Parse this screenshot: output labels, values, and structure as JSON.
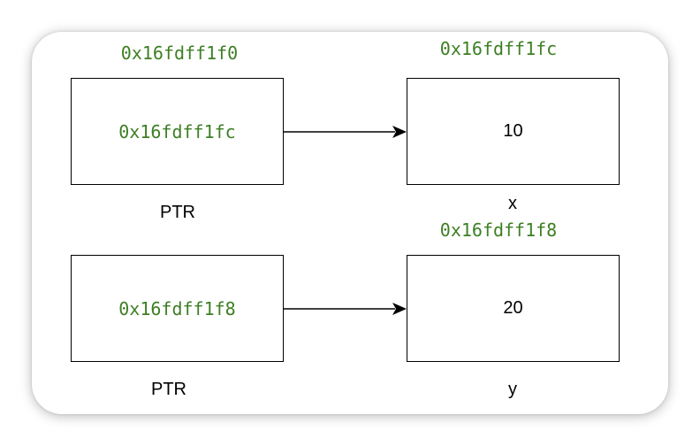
{
  "diagram": {
    "top_row": {
      "pointer": {
        "address_label": "0x16fdff1f0",
        "value": "0x16fdff1fc",
        "name": "PTR"
      },
      "target": {
        "address_label": "0x16fdff1fc",
        "value": "10",
        "name": "x"
      }
    },
    "bottom_row": {
      "pointer": {
        "value": "0x16fdff1f8",
        "name": "PTR"
      },
      "target": {
        "address_label": "0x16fdff1f8",
        "value": "20",
        "name": "y"
      }
    },
    "colors": {
      "address_text": "#3d7f23",
      "box_border": "#000000",
      "arrow": "#000000",
      "card_background": "#ffffff"
    }
  }
}
